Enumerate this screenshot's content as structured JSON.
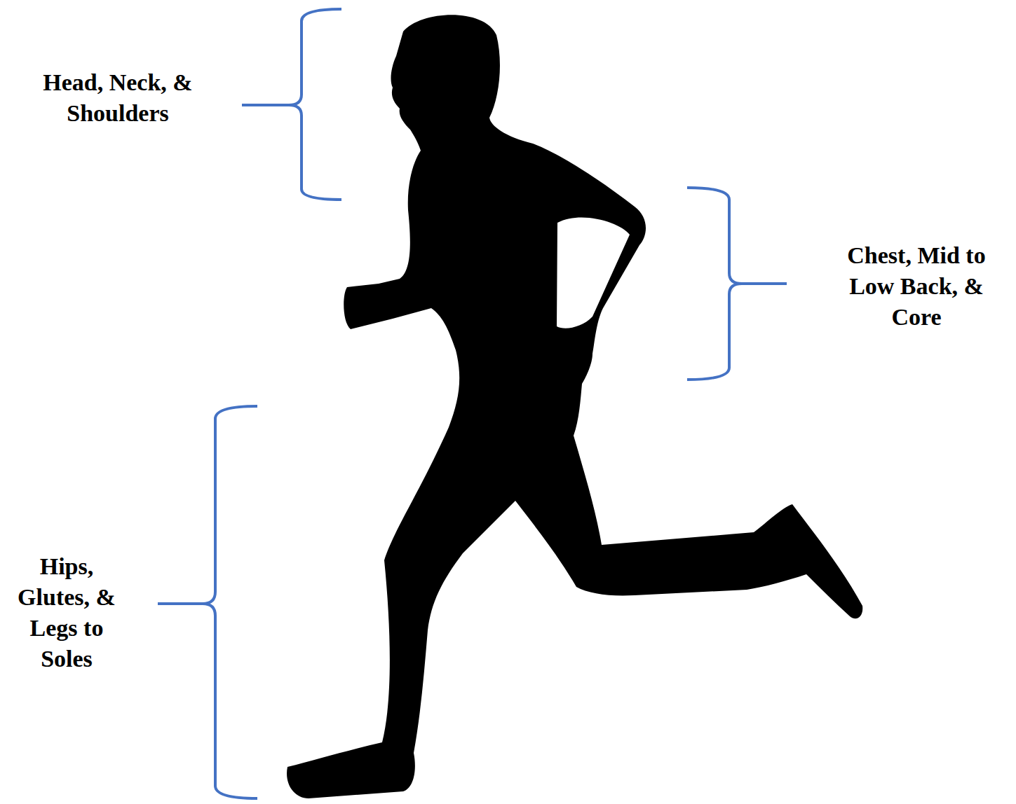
{
  "diagram": {
    "labels": [
      "Head, Neck, & Shoulders",
      "Chest, Mid to Low Back, & Core",
      "Hips, Glutes, & Legs to Soles"
    ]
  }
}
